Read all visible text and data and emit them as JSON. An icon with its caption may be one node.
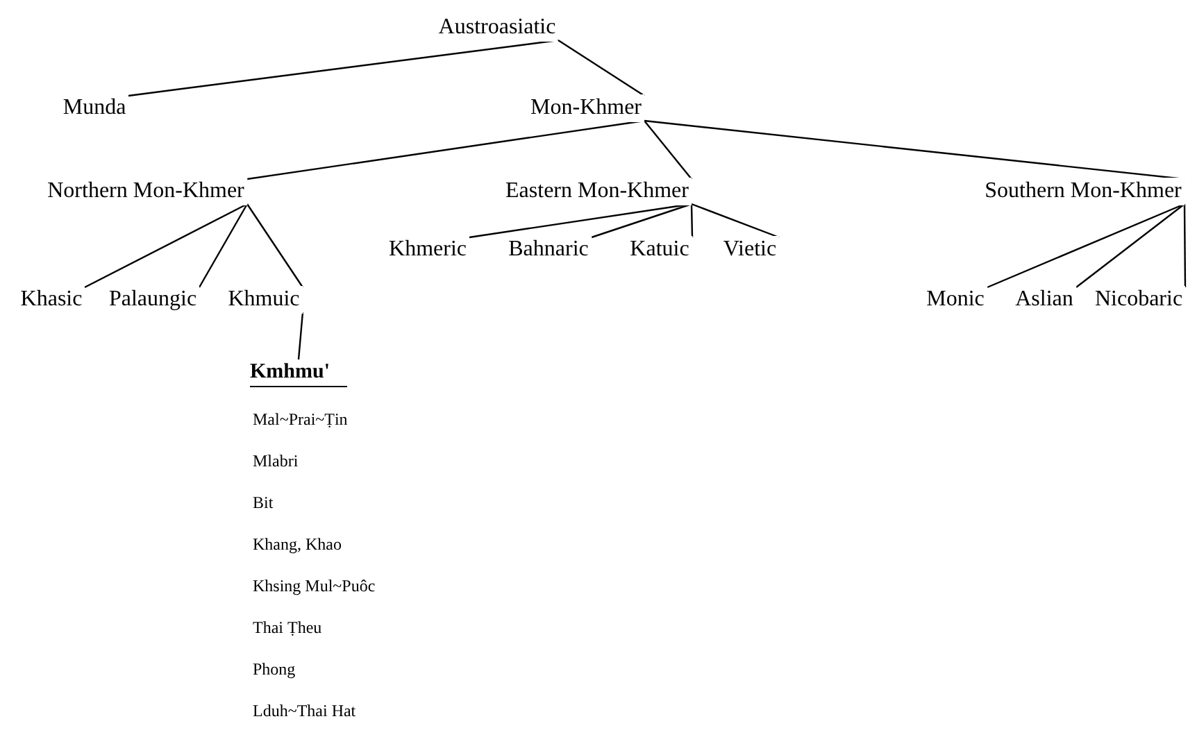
{
  "diagram": {
    "nodes": [
      {
        "text": [
          "Austroasiatic"
        ]
      },
      {
        "text": [
          "Munda"
        ]
      },
      {
        "text": [
          "Mon-Khmer"
        ]
      },
      {
        "text": [
          "Northern Mon-Khmer"
        ]
      },
      {
        "text": [
          "Eastern Mon-Khmer"
        ]
      },
      {
        "text": [
          "Southern Mon-Khmer"
        ]
      },
      {
        "text": [
          "Khasic"
        ]
      },
      {
        "text": [
          "Palaungic"
        ]
      },
      {
        "text": [
          "Khmuic"
        ]
      },
      {
        "text": [
          "Khmeric"
        ]
      },
      {
        "text": [
          "Bahnaric"
        ]
      },
      {
        "text": [
          "Katuic"
        ]
      },
      {
        "text": [
          "Vietic"
        ]
      },
      {
        "text": [
          "Monic"
        ]
      },
      {
        "text": [
          "Aslian"
        ]
      },
      {
        "text": [
          "Nicobaric"
        ]
      },
      {
        "text": [
          "Kmhmu'"
        ]
      }
    ],
    "edges": [
      {
        "from": 0,
        "to": 1,
        "arrow": "none"
      },
      {
        "from": 0,
        "to": 2,
        "arrow": "none"
      },
      {
        "from": 2,
        "to": 3,
        "arrow": "none"
      },
      {
        "from": 2,
        "to": 4,
        "arrow": "none"
      },
      {
        "from": 2,
        "to": 5,
        "arrow": "none"
      },
      {
        "from": 3,
        "to": 6,
        "arrow": "none"
      },
      {
        "from": 3,
        "to": 7,
        "arrow": "none"
      },
      {
        "from": 3,
        "to": 8,
        "arrow": "none"
      },
      {
        "from": 4,
        "to": 9,
        "arrow": "none"
      },
      {
        "from": 4,
        "to": 10,
        "arrow": "none"
      },
      {
        "from": 4,
        "to": 11,
        "arrow": "none"
      },
      {
        "from": 4,
        "to": 12,
        "arrow": "none"
      },
      {
        "from": 5,
        "to": 13,
        "arrow": "none"
      },
      {
        "from": 5,
        "to": 14,
        "arrow": "none"
      },
      {
        "from": 5,
        "to": 15,
        "arrow": "none"
      },
      {
        "from": 8,
        "to": 16,
        "arrow": "none"
      }
    ],
    "labels": [
      "Mal~Prai~Ṭin",
      "Mlabri",
      "Bit",
      "Khang, Khao",
      "Khsing Mul~Puôc",
      "Thai Ṭheu",
      "Phong",
      "Lduh~Thai Hat"
    ]
  }
}
